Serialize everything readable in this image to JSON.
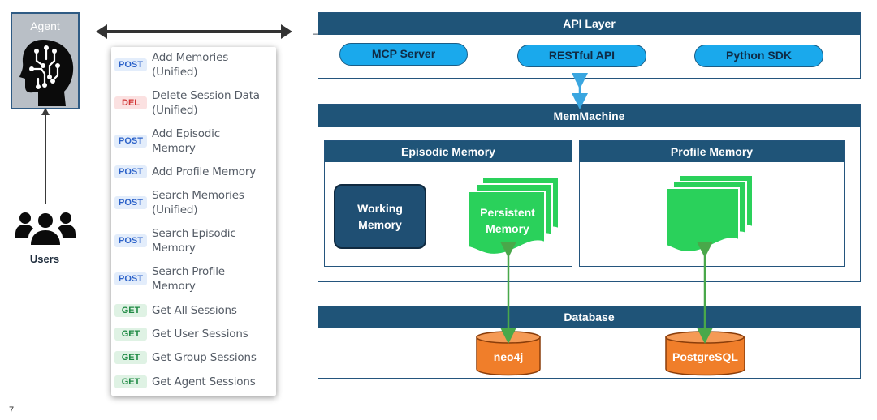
{
  "agent": {
    "title": "Agent"
  },
  "users": {
    "label": "Users"
  },
  "endpoints": [
    {
      "method": "POST",
      "label": "Add Memories (Unified)"
    },
    {
      "method": "DEL",
      "label": "Delete Session Data (Unified)"
    },
    {
      "method": "POST",
      "label": "Add Episodic Memory"
    },
    {
      "method": "POST",
      "label": "Add Profile Memory"
    },
    {
      "method": "POST",
      "label": "Search Memories (Unified)"
    },
    {
      "method": "POST",
      "label": "Search Episodic Memory"
    },
    {
      "method": "POST",
      "label": "Search Profile Memory"
    },
    {
      "method": "GET",
      "label": "Get All Sessions"
    },
    {
      "method": "GET",
      "label": "Get User Sessions"
    },
    {
      "method": "GET",
      "label": "Get Group Sessions"
    },
    {
      "method": "GET",
      "label": "Get Agent Sessions"
    }
  ],
  "api_layer": {
    "title": "API Layer",
    "items": [
      "MCP Server",
      "RESTful API",
      "Python SDK"
    ]
  },
  "memmachine": {
    "title": "MemMachine",
    "episodic": {
      "title": "Episodic Memory",
      "working": "Working Memory",
      "persistent": "Persistent Memory"
    },
    "profile": {
      "title": "Profile Memory"
    }
  },
  "database": {
    "title": "Database",
    "stores": [
      "neo4j",
      "PostgreSQL"
    ]
  },
  "slide_number": "7",
  "colors": {
    "header_blue": "#1f5478",
    "pill_blue": "#1aa9ec",
    "memory_green": "#2ad15b",
    "db_orange": "#f07e2a",
    "working_memory": "#1f4f73"
  }
}
